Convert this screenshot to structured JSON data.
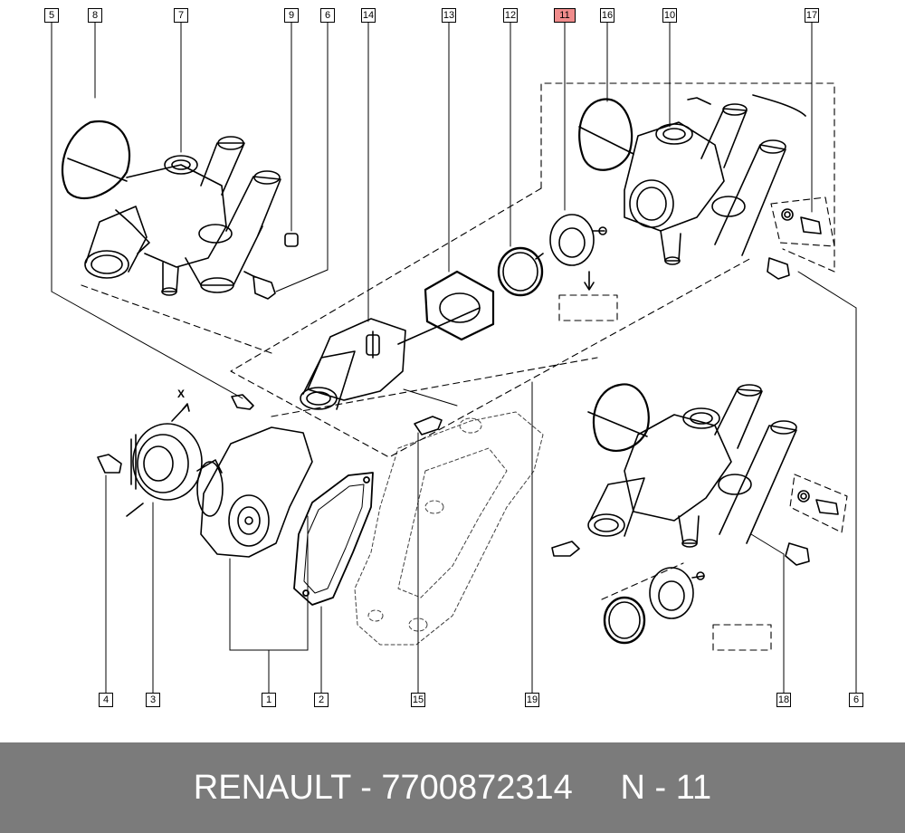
{
  "diagram": {
    "callouts": [
      "5",
      "8",
      "7",
      "9",
      "6",
      "14",
      "13",
      "12",
      "11",
      "16",
      "10",
      "17",
      "4",
      "3",
      "1",
      "2",
      "15",
      "19",
      "18",
      "6"
    ],
    "highlighted_callout": "11",
    "x_mark": "X",
    "colors": {
      "highlight": "#f08c8c",
      "line": "#000000",
      "footer": "#7b7b7b"
    }
  },
  "footer": {
    "text": "RENAULT - 7700872314     N - 11"
  }
}
